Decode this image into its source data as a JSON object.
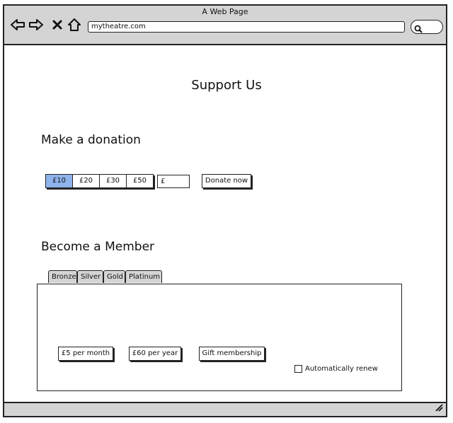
{
  "window": {
    "title": "A Web Page"
  },
  "browser": {
    "address": "mytheatre.com",
    "icons": [
      "back-arrow-icon",
      "forward-arrow-icon",
      "close-x-icon",
      "home-icon",
      "search-icon"
    ]
  },
  "page": {
    "title": "Support Us",
    "donation": {
      "heading": "Make a donation",
      "amounts": [
        "£10",
        "£20",
        "£30",
        "£50"
      ],
      "selected_amount": "£10",
      "custom_amount_prefix": "£",
      "donate_label": "Donate now"
    },
    "membership": {
      "heading": "Become a Member",
      "tabs": [
        "Bronze",
        "Silver",
        "Gold",
        "Platinum"
      ],
      "active_tab": "Platinum",
      "options": [
        "£5 per month",
        "£60 per year",
        "Gift membership"
      ],
      "auto_renew_label": "Automatically renew",
      "auto_renew_checked": false
    }
  },
  "colors": {
    "selected": "#8fb3ec",
    "chrome": "#d4d4d4"
  }
}
